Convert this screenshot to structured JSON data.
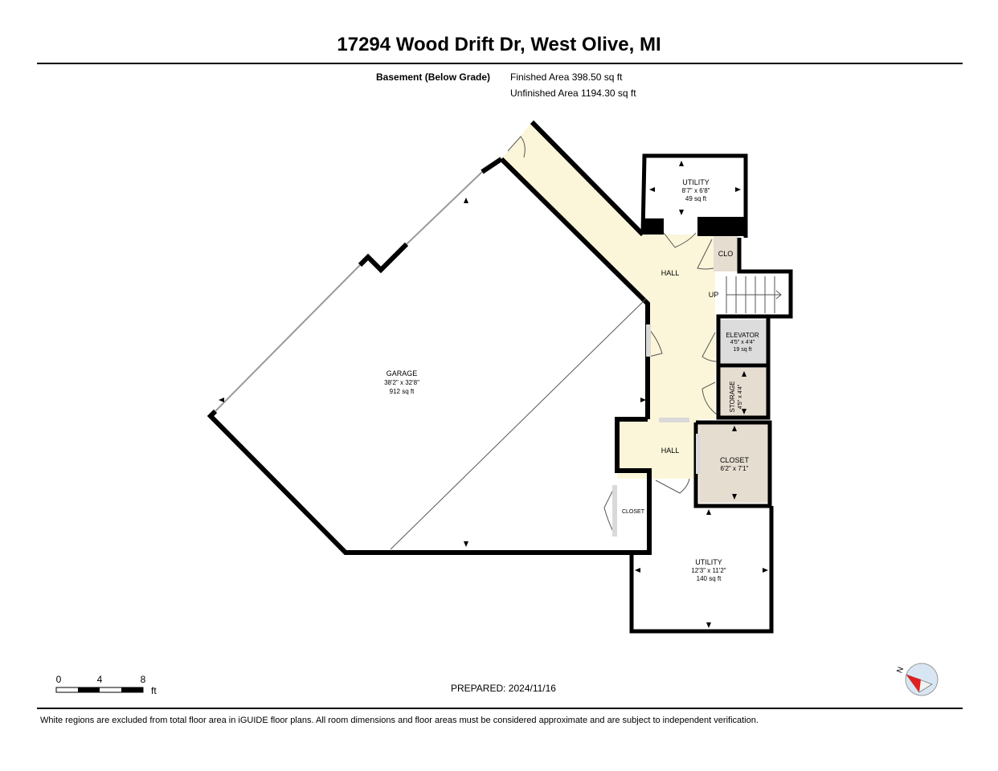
{
  "header": {
    "address": "17294 Wood Drift Dr, West Olive, MI",
    "level": "Basement (Below Grade)",
    "finished_area": "Finished Area 398.50 sq ft",
    "unfinished_area": "Unfinished Area 1194.30 sq ft"
  },
  "rooms": {
    "garage": {
      "name": "GARAGE",
      "dims": "38'2\" x 32'8\"",
      "area": "912 sq ft"
    },
    "utility_top": {
      "name": "UTILITY",
      "dims": "8'7\" x 6'8\"",
      "area": "49 sq ft"
    },
    "clo": {
      "name": "CLO"
    },
    "hall_main": {
      "name": "HALL"
    },
    "stairs": {
      "name": "UP"
    },
    "elevator": {
      "name": "ELEVATOR",
      "dims": "4'5\" x 4'4\"",
      "area": "19 sq ft"
    },
    "storage": {
      "name": "STORAGE",
      "dims": "4'5\" x 4'4\""
    },
    "hall_lower": {
      "name": "HALL"
    },
    "closet_main": {
      "name": "CLOSET",
      "dims": "6'2\" x 7'1\""
    },
    "closet_small": {
      "name": "CLOSET"
    },
    "utility_bottom": {
      "name": "UTILITY",
      "dims": "12'3\" x 11'2\"",
      "area": "140 sq ft"
    }
  },
  "scale_bar": {
    "ticks": [
      "0",
      "4",
      "8"
    ],
    "unit": "ft"
  },
  "compass": {
    "label": "N"
  },
  "prepared": "PREPARED: 2024/11/16",
  "footer": "White regions are excluded from total floor area in iGUIDE floor plans. All room dimensions and floor areas must be considered approximate and are subject to independent verification.",
  "colors": {
    "finished": "#fbf6d9",
    "storage": "#e6ddd1",
    "wall": "#000000",
    "door": "#d9d9d9"
  }
}
